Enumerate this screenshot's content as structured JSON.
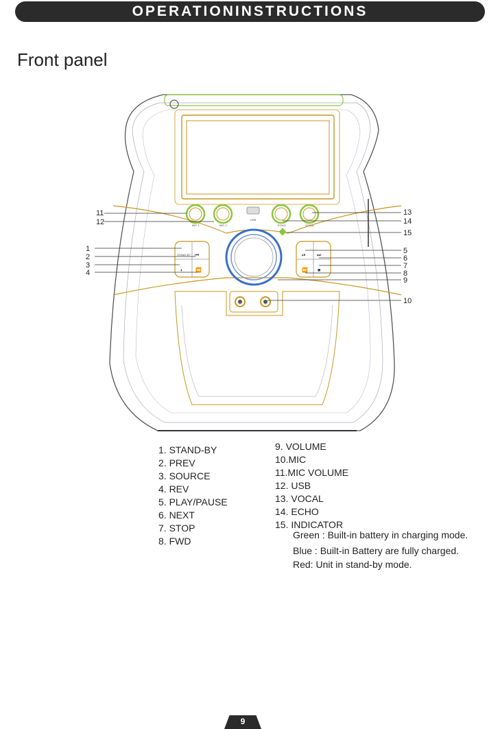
{
  "header": {
    "title": "OPERATIONINSTRUCTIONS"
  },
  "section": {
    "title": "Front  panel"
  },
  "callouts": {
    "left": [
      "11",
      "12",
      "1",
      "2",
      "3",
      "4"
    ],
    "right": [
      "13",
      "14",
      "15",
      "5",
      "6",
      "7",
      "8",
      "9",
      "10"
    ]
  },
  "device_labels": {
    "mic1": "MIC 1",
    "mic2": "MIC 2",
    "usb": "USB",
    "echo": "ECHO",
    "vocal": "VOCAL",
    "standby": "STAND-BY"
  },
  "legend_left": [
    "1. STAND-BY",
    "2. PREV",
    "3. SOURCE",
    "4. REV",
    "5. PLAY/PAUSE",
    "6. NEXT",
    "7. STOP",
    "8. FWD"
  ],
  "legend_right": [
    "9. VOLUME",
    "10.MIC",
    "11.MIC VOLUME",
    "12. USB",
    "13. VOCAL",
    "14. ECHO",
    "15. INDICATOR"
  ],
  "indicator_notes": [
    "Green : Built-in battery in charging mode.",
    "Blue : Built-in Battery are fully charged.",
    "Red: Unit in stand-by mode."
  ],
  "page": {
    "number": "9"
  },
  "colors": {
    "outline": "#555555",
    "gold": "#c8961e",
    "green": "#8cc63f",
    "blue": "#3b6fc4",
    "header": "#2b2b2b"
  }
}
